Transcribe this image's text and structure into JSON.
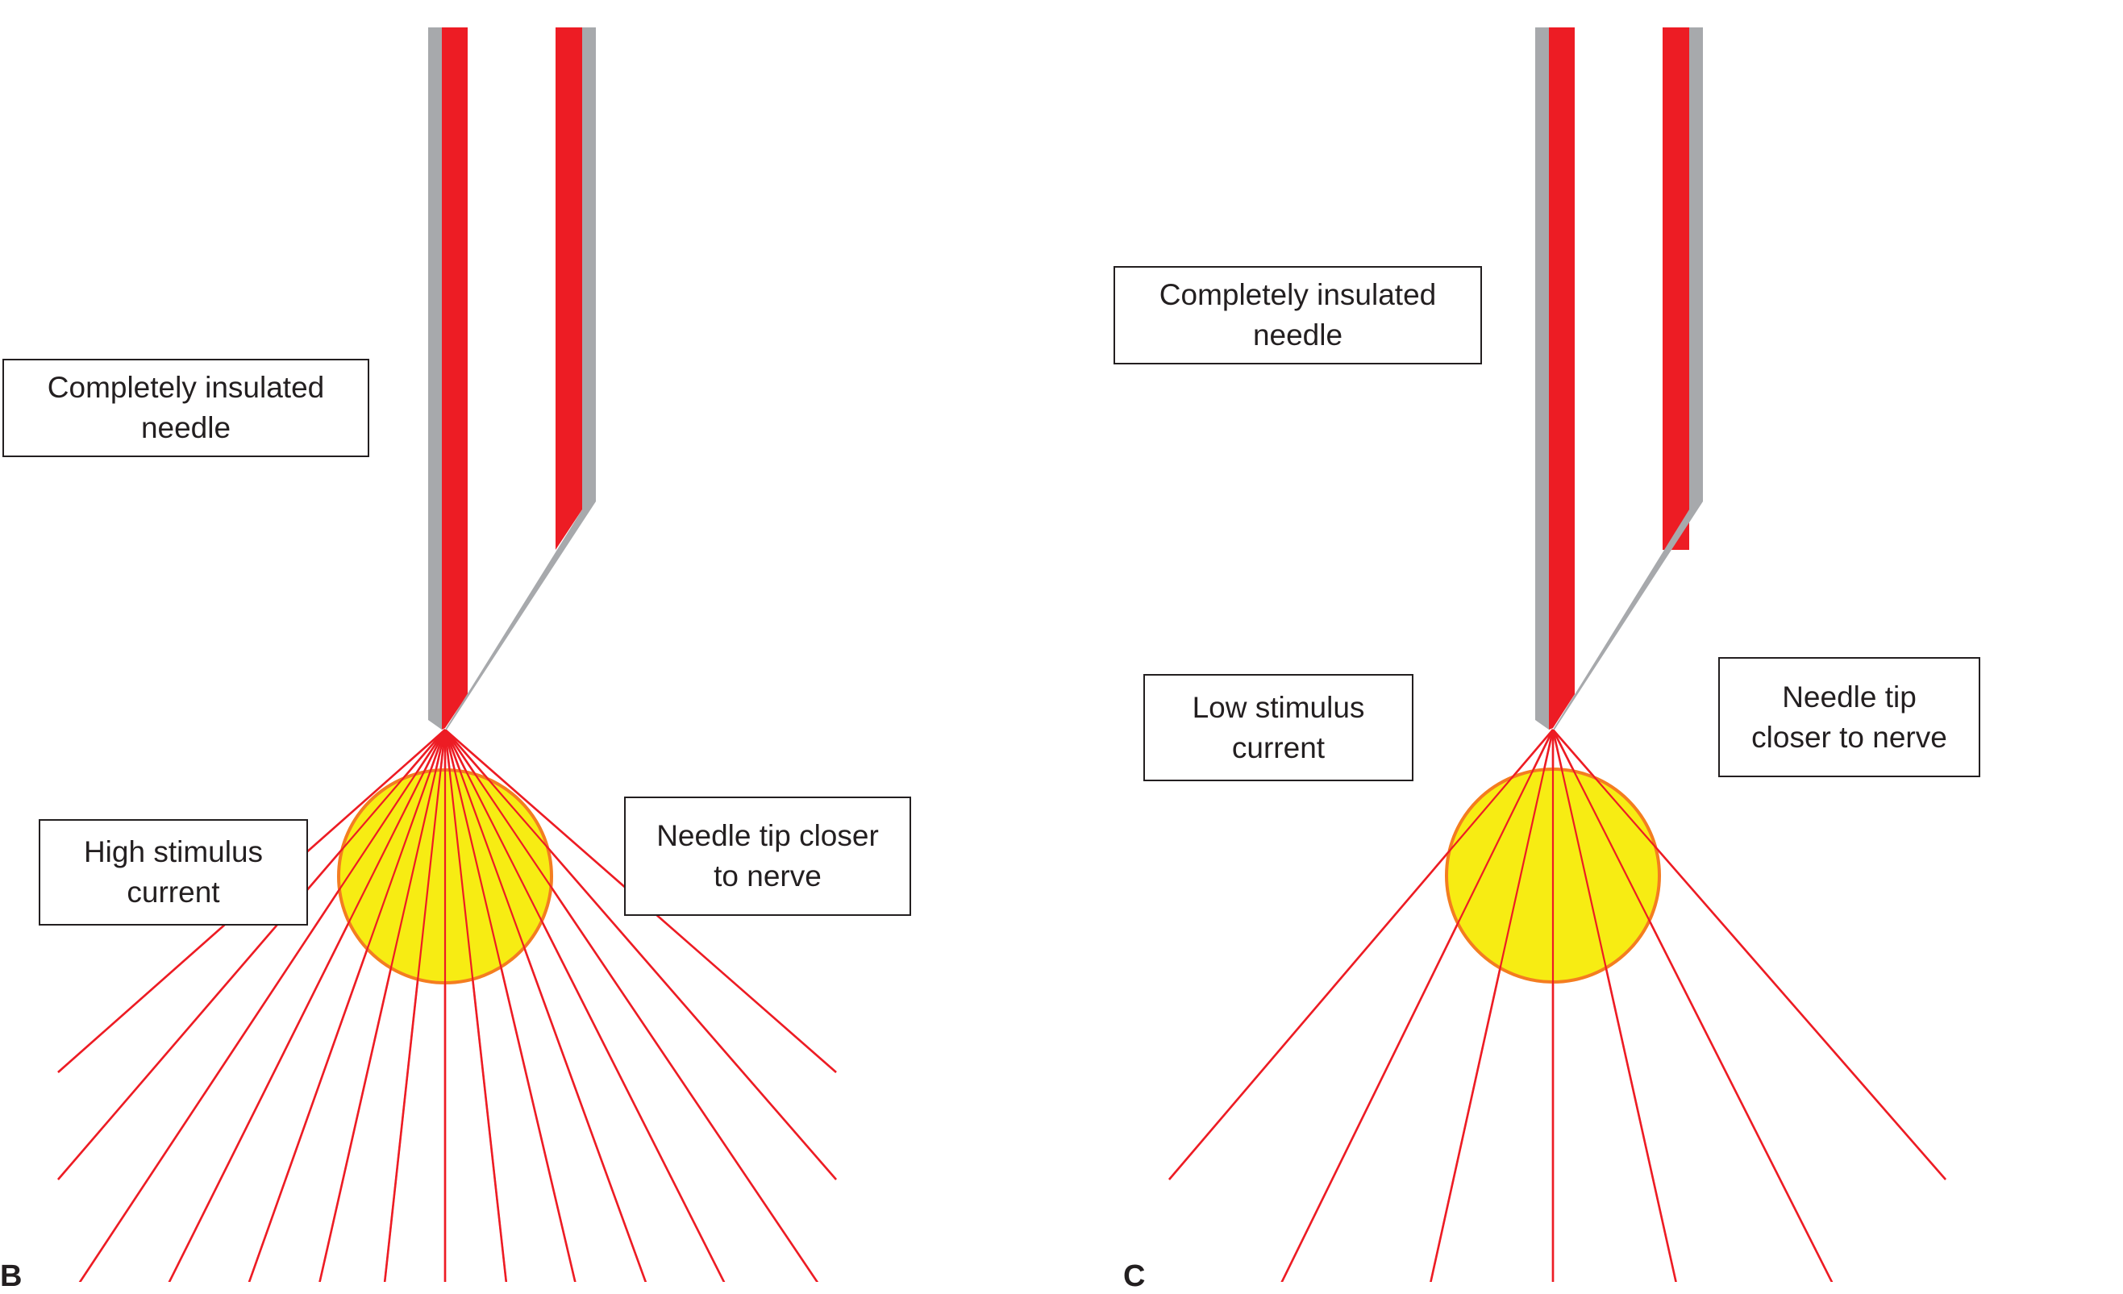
{
  "colors": {
    "insulation": "#a7a9ac",
    "needle_red": "#ed1c24",
    "field_line": "#ed1c24",
    "nerve_fill": "#f7ec13",
    "nerve_stroke": "#f47d20",
    "text": "#231f20"
  },
  "panels": [
    {
      "id": "B",
      "letter": "B",
      "needle_label": "Completely insulated\nneedle",
      "current_label": "High stimulus\ncurrent",
      "tip_label": "Needle tip closer\nto nerve",
      "stimulus_level": "high"
    },
    {
      "id": "C",
      "letter": "C",
      "needle_label": "Completely insulated\nneedle",
      "current_label": "Low stimulus\ncurrent",
      "tip_label": "Needle tip\ncloser to nerve",
      "stimulus_level": "low"
    }
  ]
}
